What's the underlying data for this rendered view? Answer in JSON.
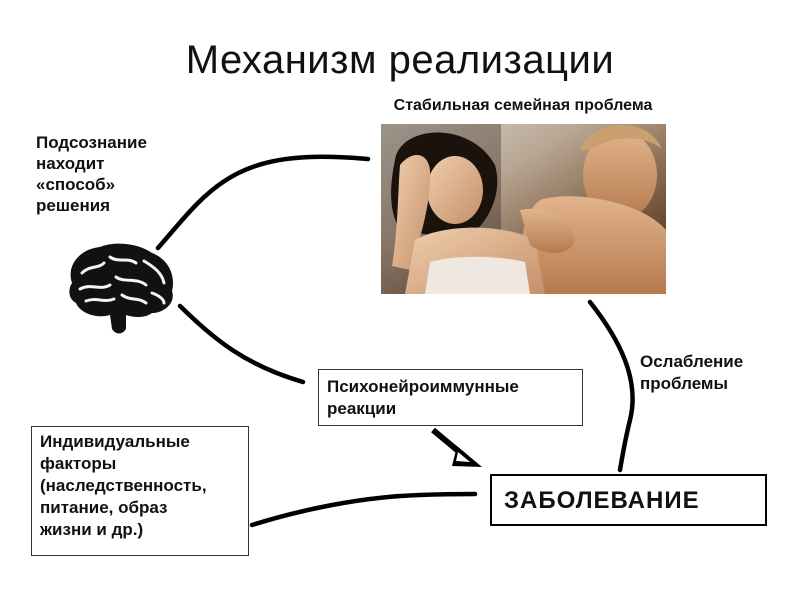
{
  "title": "Механизм реализации",
  "photo": {
    "caption": "Стабильная семейная проблема"
  },
  "subconscious": {
    "lines": [
      "Подсознание",
      "находит",
      "«способ»",
      "решения"
    ]
  },
  "weakening": {
    "lines": [
      "Ослабление",
      "проблемы"
    ]
  },
  "psycho_box": {
    "lines": [
      "Психонейроиммунные",
      "реакции"
    ]
  },
  "factors_box": {
    "lines": [
      "Индивидуальные",
      "факторы",
      "(наследственность,",
      "питание, образ",
      "жизни и др.)"
    ]
  },
  "disease_box": {
    "label": "ЗАБОЛЕВАНИЕ"
  },
  "icons": {
    "brain": "brain-icon",
    "photo": "couple-photo"
  }
}
